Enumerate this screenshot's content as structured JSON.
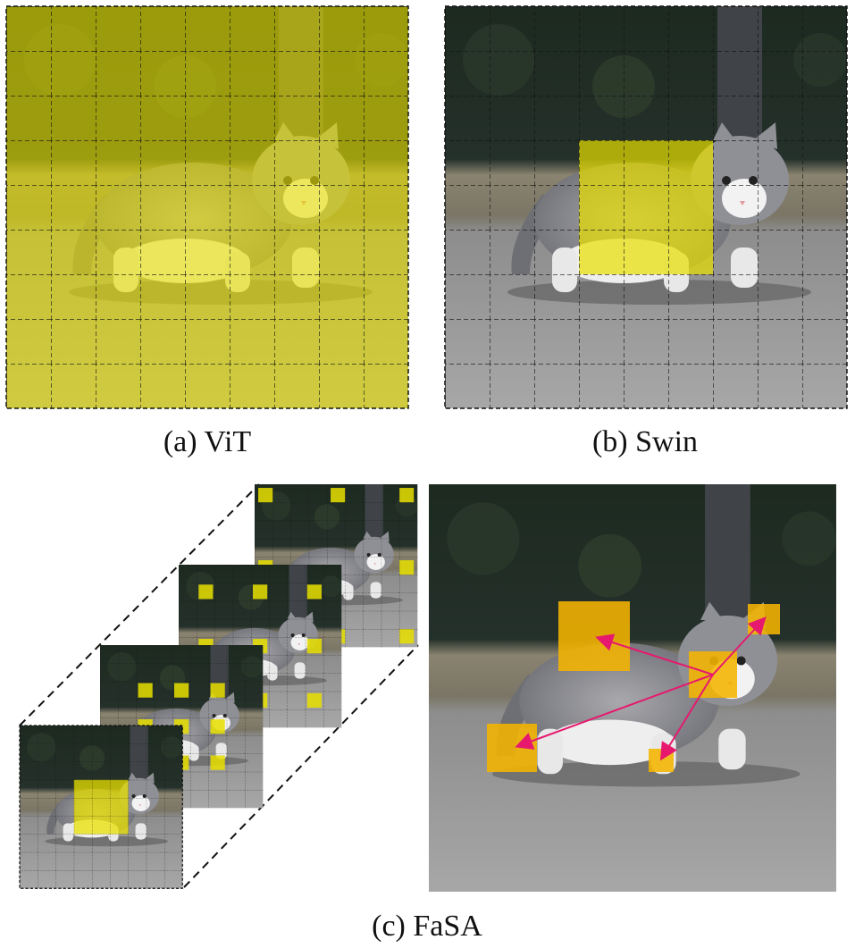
{
  "captions": {
    "a": "(a) ViT",
    "b": "(b) Swin",
    "c": "(c) FaSA"
  },
  "colors": {
    "highlight_yellow": "#e8e000",
    "fasa_orange": "#f5b400",
    "arrow_pink": "#e6196e",
    "grid_line": "#111111"
  },
  "panels": {
    "vit": {
      "grid": "9x9",
      "attention": "global (all patches highlighted)"
    },
    "swin": {
      "grid": "9x9",
      "attention": "local window (3x3 block)"
    },
    "fasa_stack": {
      "layers": 4
    },
    "fasa_main": {
      "attention": "query patch attends to 4 adaptive-size regions"
    }
  }
}
